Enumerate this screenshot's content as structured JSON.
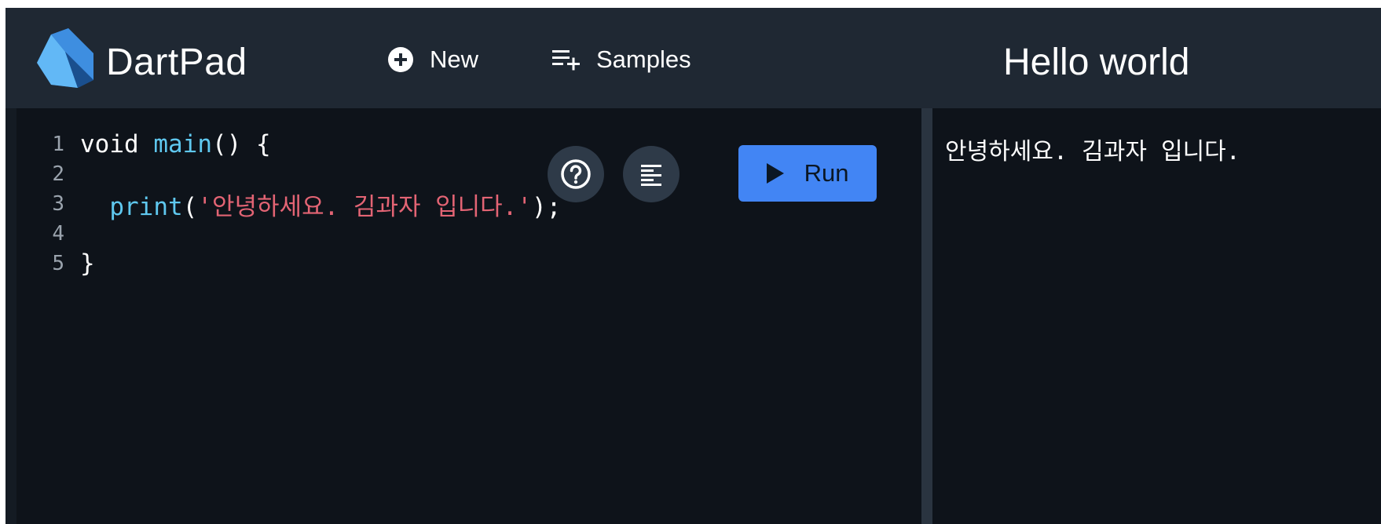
{
  "header": {
    "brand": "DartPad",
    "new_label": "New",
    "samples_label": "Samples",
    "title": "Hello world"
  },
  "editor": {
    "lines": [
      {
        "number": "1",
        "tokens": [
          {
            "t": "void ",
            "c": "kw"
          },
          {
            "t": "main",
            "c": "fn"
          },
          {
            "t": "() {",
            "c": "kw"
          }
        ]
      },
      {
        "number": "2",
        "tokens": []
      },
      {
        "number": "3",
        "tokens": [
          {
            "t": "  ",
            "c": "kw"
          },
          {
            "t": "print",
            "c": "fn"
          },
          {
            "t": "(",
            "c": "kw"
          },
          {
            "t": "'안녕하세요. 김과자 입니다.'",
            "c": "str"
          },
          {
            "t": ");",
            "c": "kw"
          }
        ]
      },
      {
        "number": "4",
        "tokens": []
      },
      {
        "number": "5",
        "tokens": [
          {
            "t": "}",
            "c": "kw"
          }
        ]
      }
    ],
    "run_label": "Run"
  },
  "console": {
    "output": "안녕하세요. 김과자 입니다."
  },
  "colors": {
    "header_bg": "#1f2833",
    "editor_bg": "#0e131a",
    "accent": "#4285f4",
    "function": "#5fc8ef",
    "string": "#e36474"
  },
  "icons": {
    "new": "add-circle-icon",
    "samples": "playlist-add-icon",
    "help": "help-icon",
    "format": "format-align-icon",
    "run": "play-icon"
  }
}
